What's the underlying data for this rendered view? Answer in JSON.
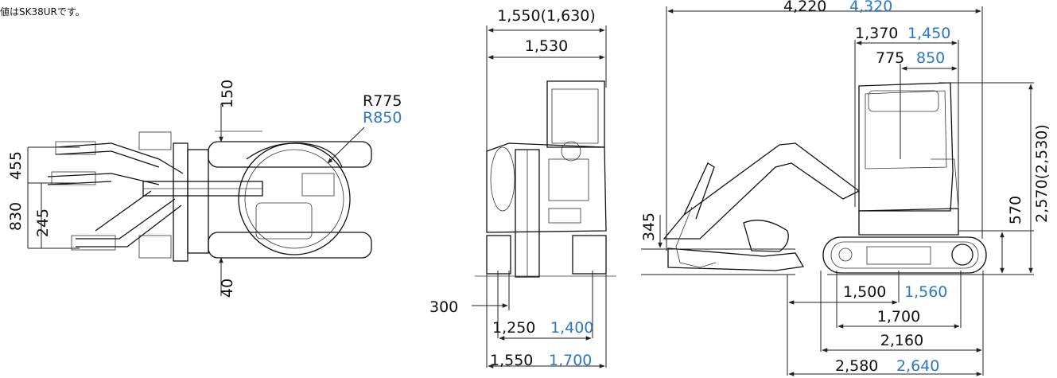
{
  "note": "値はSK38URです。",
  "colors": {
    "black": "#111111",
    "blue": "#2a79c4"
  },
  "top_view": {
    "d150": "150",
    "d455": "455",
    "d830": "830",
    "d245": "245",
    "d40": "40",
    "r_black": "R775",
    "r_blue": "R850"
  },
  "front_view": {
    "width_top": "1,550(1,630)",
    "width_1530": "1,530",
    "d300": "300",
    "d1250": "1,250",
    "d1250_blue": "1,400",
    "d1550": "1,550",
    "d1550_blue": "1,700"
  },
  "side_view": {
    "d4220": "4,220",
    "d4220_blue": "4,320",
    "d1370": "1,370",
    "d1370_blue": "1,450",
    "d775": "775",
    "d775_blue": "850",
    "d345": "345",
    "d570": "570",
    "d2570": "2,570(2,530)",
    "d1500": "1,500",
    "d1500_blue": "1,560",
    "d1700": "1,700",
    "d2160": "2,160",
    "d2580": "2,580",
    "d2580_blue": "2,640"
  }
}
